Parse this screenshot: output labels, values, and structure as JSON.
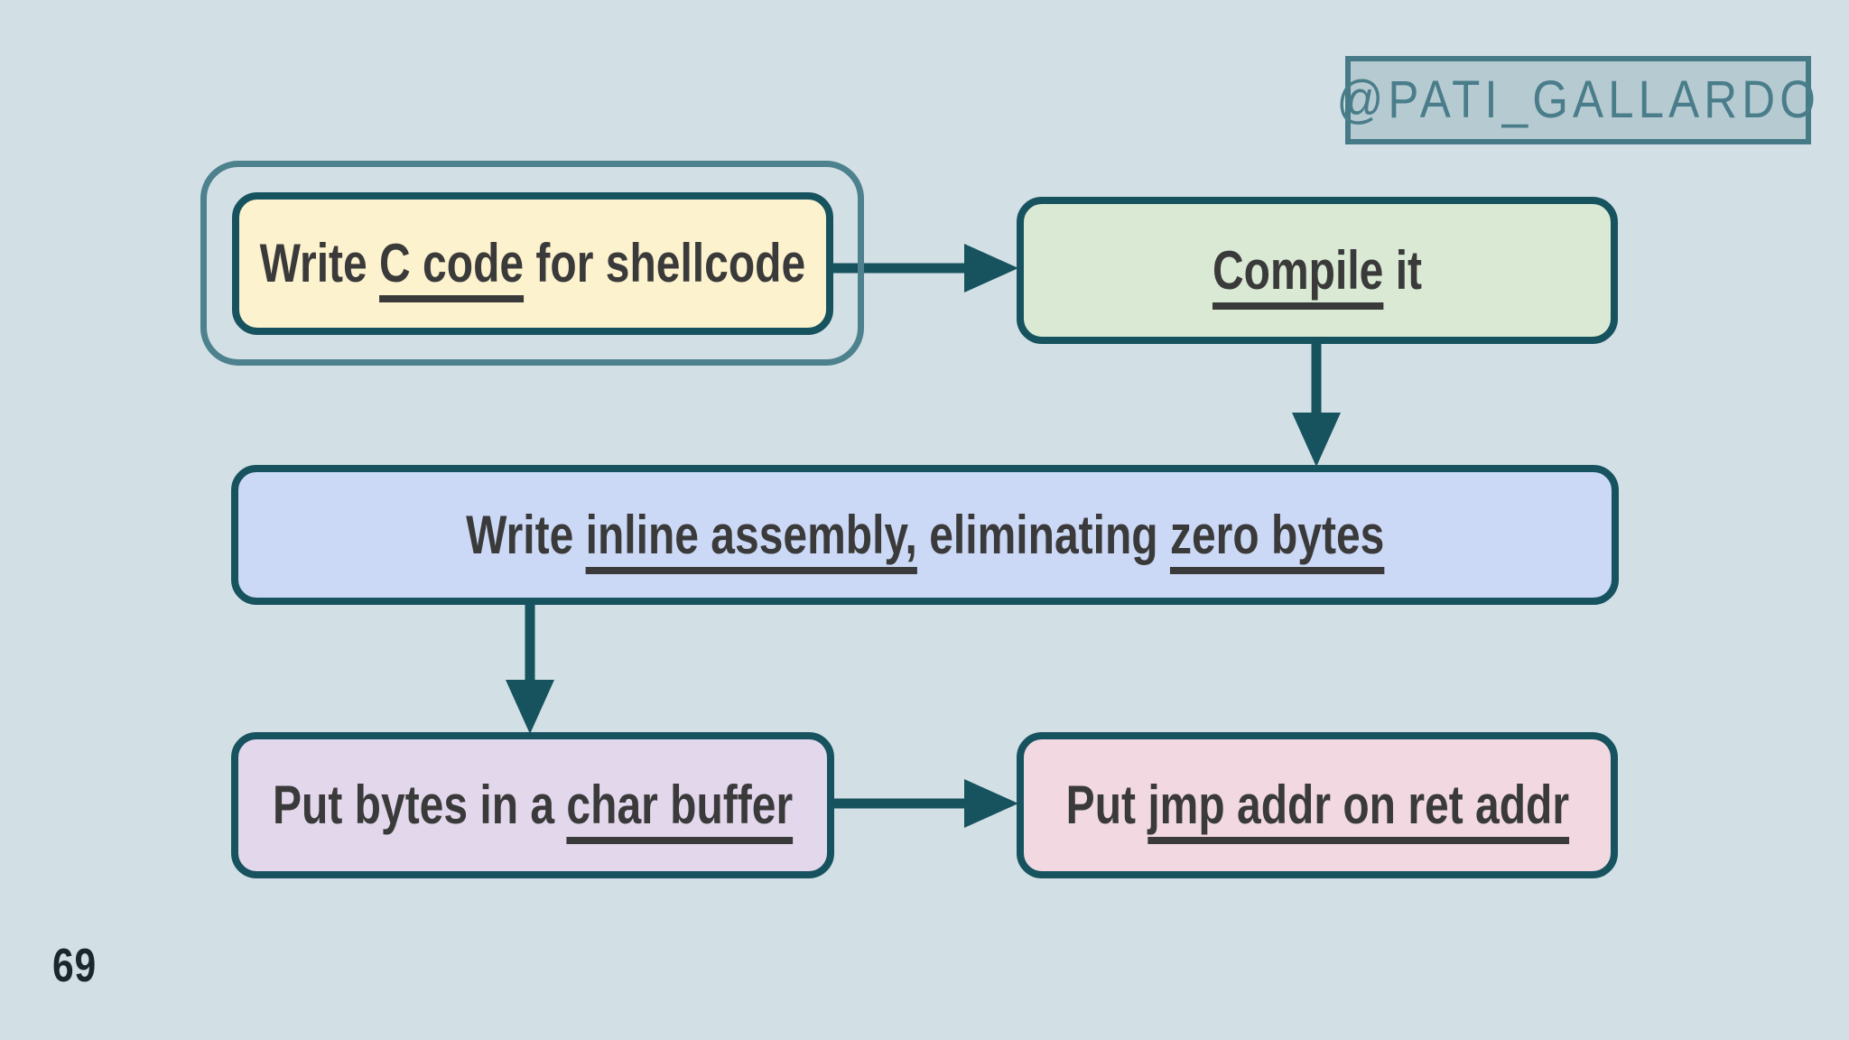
{
  "slide": {
    "badge": "@PATI_GALLARDO",
    "page_number": "69"
  },
  "colors": {
    "background": "#d2e0e5",
    "node_border": "#17525f",
    "outer_outline": "#4d818d",
    "arrow": "#17525f",
    "text": "#3a3a3a",
    "badge_background": "#b6cad1",
    "badge_border": "#477a87",
    "badge_text": "#4a7d8a",
    "node_yellow": "#fcf2cd",
    "node_green": "#d9e9d3",
    "node_blue": "#ccd9f6",
    "node_purple": "#e3d7ec",
    "node_pink": "#f2d9e1"
  },
  "diagram": {
    "nodes": [
      {
        "id": "write-c-code",
        "fill": "#fcf2cd",
        "double_outline": true,
        "segments": [
          {
            "text": "Write ",
            "underline": false
          },
          {
            "text": "C code",
            "underline": true
          },
          {
            "text": " for shellcode",
            "underline": false
          }
        ]
      },
      {
        "id": "compile-it",
        "fill": "#d9e9d3",
        "double_outline": false,
        "segments": [
          {
            "text": "Compile",
            "underline": true
          },
          {
            "text": " it",
            "underline": false
          }
        ]
      },
      {
        "id": "write-inline-assembly",
        "fill": "#ccd9f6",
        "double_outline": false,
        "segments": [
          {
            "text": "Write ",
            "underline": false
          },
          {
            "text": "inline assembly,",
            "underline": true
          },
          {
            "text": " eliminating ",
            "underline": false
          },
          {
            "text": "zero bytes",
            "underline": true
          }
        ]
      },
      {
        "id": "put-bytes-in-char-buffer",
        "fill": "#e3d7ec",
        "double_outline": false,
        "segments": [
          {
            "text": "Put bytes in a ",
            "underline": false
          },
          {
            "text": "char buffer",
            "underline": true
          }
        ]
      },
      {
        "id": "put-jmp-addr-on-ret-addr",
        "fill": "#f2d9e1",
        "double_outline": false,
        "segments": [
          {
            "text": "Put ",
            "underline": false
          },
          {
            "text": "jmp addr on ret addr",
            "underline": true
          }
        ]
      }
    ],
    "edges": [
      {
        "from": "write-c-code",
        "to": "compile-it",
        "direction": "right"
      },
      {
        "from": "compile-it",
        "to": "write-inline-assembly",
        "direction": "down"
      },
      {
        "from": "write-inline-assembly",
        "to": "put-bytes-in-char-buffer",
        "direction": "down"
      },
      {
        "from": "put-bytes-in-char-buffer",
        "to": "put-jmp-addr-on-ret-addr",
        "direction": "right"
      }
    ]
  }
}
